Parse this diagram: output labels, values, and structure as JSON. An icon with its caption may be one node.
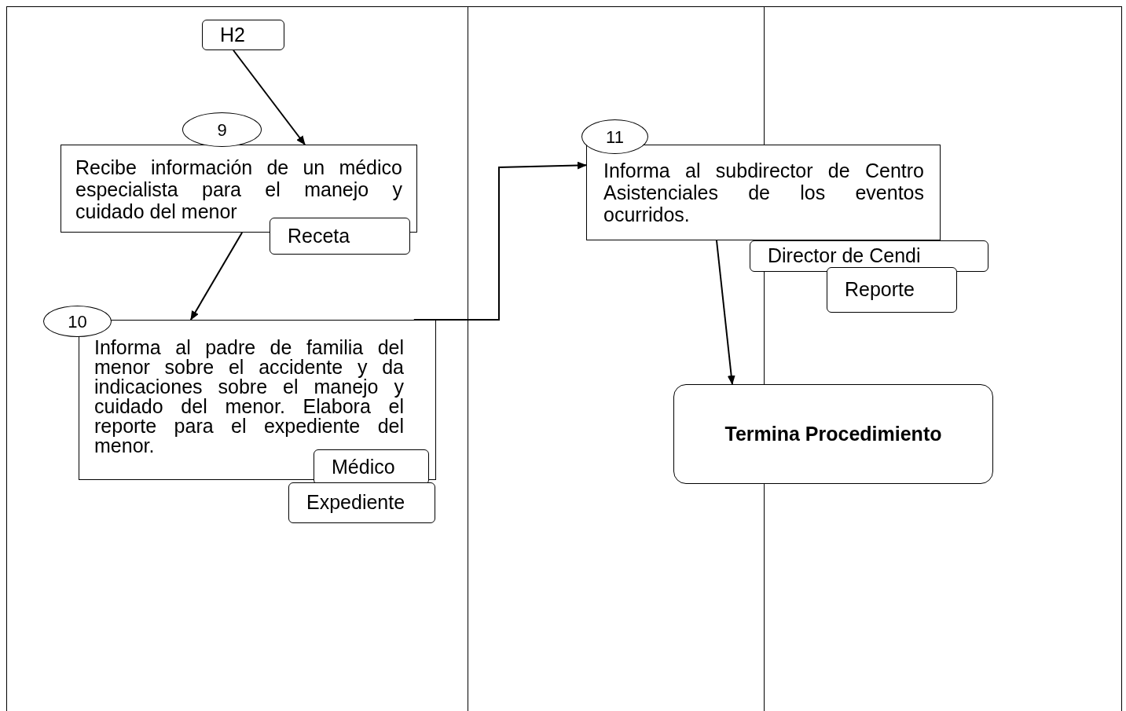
{
  "diagram": {
    "nodes": [
      {
        "text": [
          "H2"
        ]
      },
      {
        "text": [
          "9"
        ]
      },
      {
        "text": [
          "Recibe información de un médico especialista para el manejo y cuidado del menor"
        ]
      },
      {
        "text": [
          "Receta"
        ]
      },
      {
        "text": [
          "10"
        ]
      },
      {
        "text": [
          "Informa al padre de familia del menor sobre el accidente y da indicaciones sobre el manejo y cuidado del menor. Elabora el reporte para el expediente del menor."
        ]
      },
      {
        "text": [
          "Médico"
        ]
      },
      {
        "text": [
          "Expediente"
        ]
      },
      {
        "text": [
          "11"
        ]
      },
      {
        "text": [
          "Informa al subdirector de Centro Asistenciales de los eventos ocurridos."
        ]
      },
      {
        "text": [
          "Director de Cendi"
        ]
      },
      {
        "text": [
          "Reporte"
        ]
      },
      {
        "text": [
          "Termina Procedimiento"
        ]
      }
    ],
    "edges": [
      {
        "from": 0,
        "to": 2,
        "arrow": "to"
      },
      {
        "from": 2,
        "to": 5,
        "arrow": "to"
      },
      {
        "from": 5,
        "to": 9,
        "arrow": "to"
      },
      {
        "from": 9,
        "to": 12,
        "arrow": "to"
      }
    ]
  }
}
